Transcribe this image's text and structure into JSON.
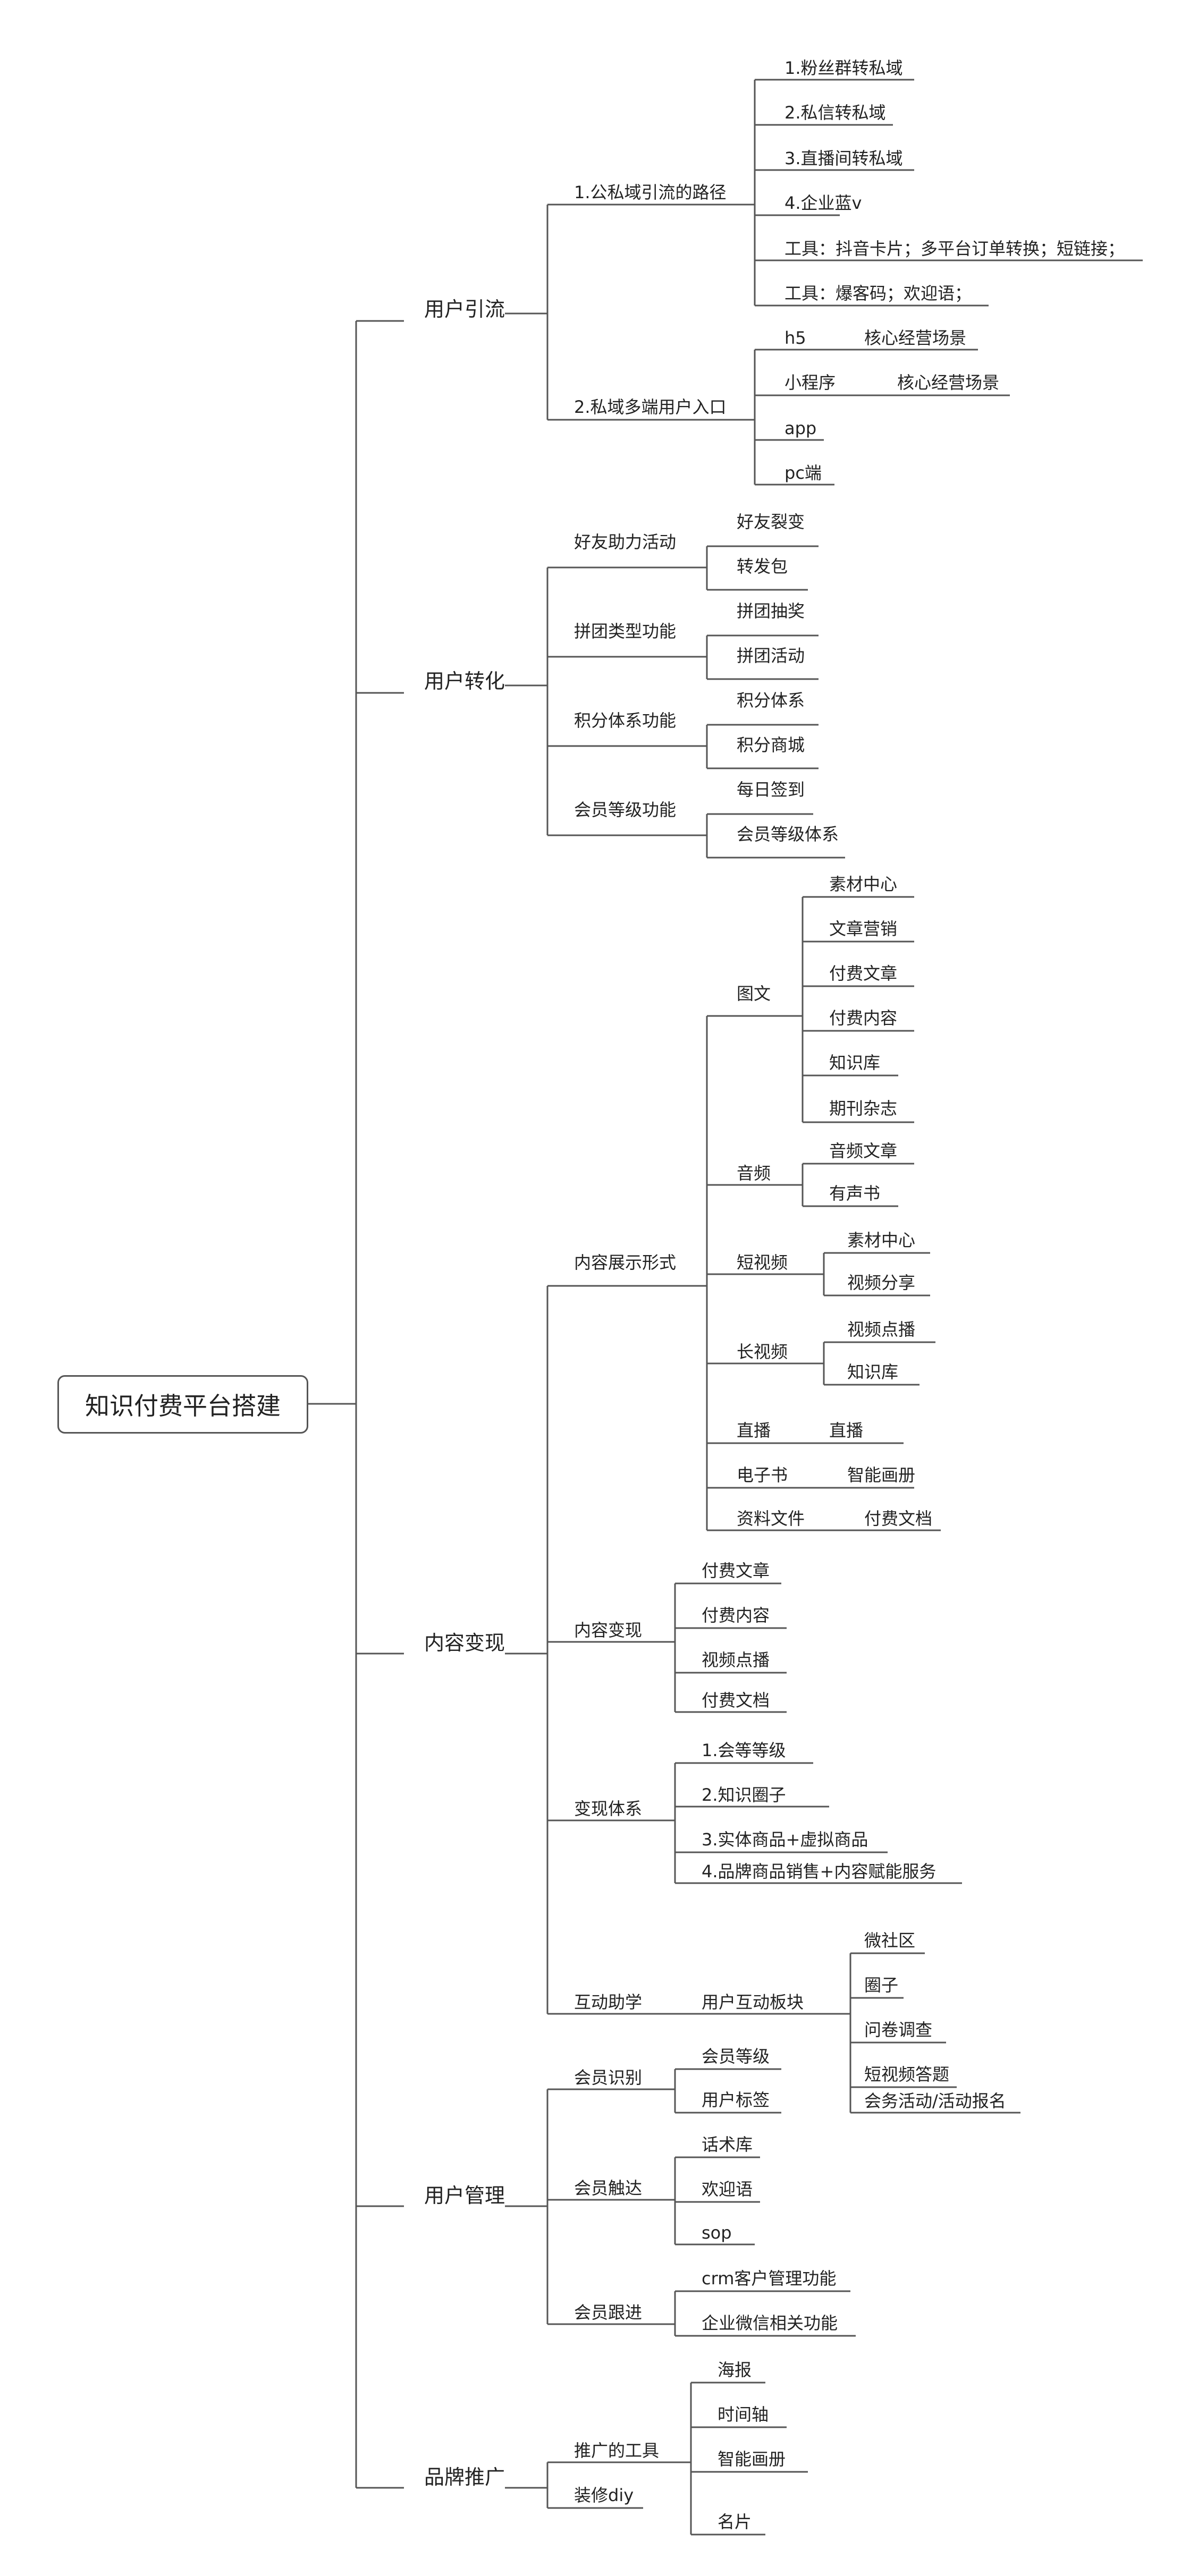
{
  "root": "知识付费平台搭建",
  "nodes": {
    "l1_yinliu": "用户引流",
    "l1_zhuanhua": "用户转化",
    "l1_neirong": "内容变现",
    "l1_guanli": "用户管理",
    "l1_pinpai": "品牌推广",
    "yl_path": "1.公私域引流的路径",
    "yl_p1": "1.粉丝群转私域",
    "yl_p2": "2.私信转私域",
    "yl_p3": "3.直播间转私域",
    "yl_p4": "4.企业蓝v",
    "yl_p5": "工具：抖音卡片；多平台订单转换；短链接；",
    "yl_p6": "工具：爆客码；欢迎语；",
    "yl_entry": "2.私域多端用户入口",
    "yl_h5": "h5",
    "yl_h5_note": "核心经营场景",
    "yl_mini": "小程序",
    "yl_mini_note": "核心经营场景",
    "yl_app": "app",
    "yl_pc": "pc端",
    "zh_a": "好友助力活动",
    "zh_a1": "好友裂变",
    "zh_a2": "转发包",
    "zh_b": "拼团类型功能",
    "zh_b1": "拼团抽奖",
    "zh_b2": "拼团活动",
    "zh_c": "积分体系功能",
    "zh_c1": "积分体系",
    "zh_c2": "积分商城",
    "zh_d": "会员等级功能",
    "zh_d1": "每日签到",
    "zh_d2": "会员等级体系",
    "nr_show": "内容展示形式",
    "nr_tw": "图文",
    "nr_tw1": "素材中心",
    "nr_tw2": "文章营销",
    "nr_tw3": "付费文章",
    "nr_tw4": "付费内容",
    "nr_tw5": "知识库",
    "nr_tw6": "期刊杂志",
    "nr_yp": "音频",
    "nr_yp1": "音频文章",
    "nr_yp2": "有声书",
    "nr_dsp": "短视频",
    "nr_dsp1": "素材中心",
    "nr_dsp2": "视频分享",
    "nr_csp": "长视频",
    "nr_csp1": "视频点播",
    "nr_csp2": "知识库",
    "nr_zb": "直播",
    "nr_zb1": "直播",
    "nr_dzs": "电子书",
    "nr_dzs1": "智能画册",
    "nr_zl": "资料文件",
    "nr_zl1": "付费文档",
    "nr_bx": "内容变现",
    "nr_bx1": "付费文章",
    "nr_bx2": "付费内容",
    "nr_bx3": "视频点播",
    "nr_bx4": "付费文档",
    "nr_tx": "变现体系",
    "nr_tx1": "1.会等等级",
    "nr_tx2": "2.知识圈子",
    "nr_tx3": "3.实体商品+虚拟商品",
    "nr_tx4": "4.品牌商品销售+内容赋能服务",
    "nr_hd": "互动助学",
    "nr_hd_sub": "用户互动板块",
    "nr_hd1": "微社区",
    "nr_hd2": "圈子",
    "nr_hd3": "问卷调查",
    "nr_hd4": "短视频答题",
    "nr_hd5": "会务活动/活动报名",
    "gl_a": "会员识别",
    "gl_a1": "会员等级",
    "gl_a2": "用户标签",
    "gl_b": "会员触达",
    "gl_b1": "话术库",
    "gl_b2": "欢迎语",
    "gl_b3": "sop",
    "gl_c": "会员跟进",
    "gl_c1": "crm客户管理功能",
    "gl_c2": "企业微信相关功能",
    "pp_a": "推广的工具",
    "pp_b": "装修diy",
    "pp_1": "海报",
    "pp_2": "时间轴",
    "pp_3": "智能画册",
    "pp_4": "名片"
  }
}
